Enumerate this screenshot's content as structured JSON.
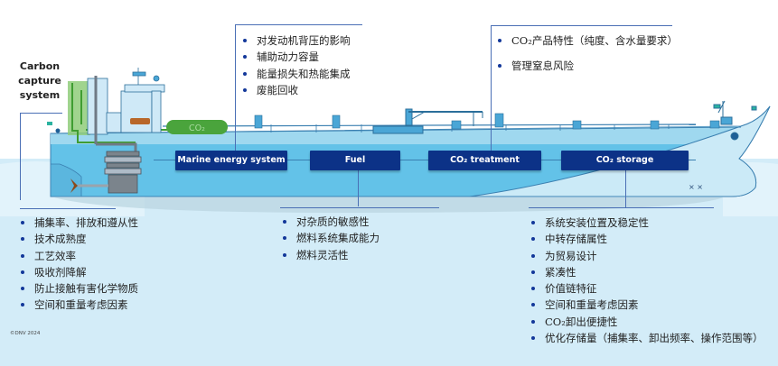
{
  "diagram": {
    "carbon_capture_title": "Carbon capture system",
    "co2_tank_label": "CO₂",
    "copyright": "©DNV 2024",
    "colors": {
      "label_box": "#0c3287",
      "frame_line": "#4a6fb5",
      "hull_upper": "#9fd8ef",
      "hull_lower": "#63c2e8",
      "hull_bow": "#cbeaf7",
      "sea": "#d3ecf8",
      "co2_tank": "#4aa43c",
      "bullet": "#13389a"
    },
    "system_labels": [
      {
        "id": "marine-energy-system",
        "label": "Marine energy system"
      },
      {
        "id": "fuel",
        "label": "Fuel"
      },
      {
        "id": "co2-treatment",
        "label": "CO₂ treatment"
      },
      {
        "id": "co2-storage",
        "label": "CO₂ storage"
      }
    ],
    "carbon_capture_points": [
      "捕集率、排放和遵从性",
      "技术成熟度",
      "工艺效率",
      "吸收剂降解",
      "防止接触有害化学物质",
      "空间和重量考虑因素"
    ],
    "marine_energy_points": [
      "对发动机背压的影响",
      "辅助动力容量",
      "能量损失和热能集成",
      "废能回收"
    ],
    "fuel_points": [
      "对杂质的敏感性",
      "燃料系统集成能力",
      "燃料灵活性"
    ],
    "co2_treatment_points": [
      "CO₂产品特性（纯度、含水量要求）",
      "管理窒息风险"
    ],
    "co2_storage_points": [
      "系统安装位置及稳定性",
      "中转存储属性",
      "为贸易设计",
      "紧凑性",
      "价值链特征",
      "空间和重量考虑因素",
      "CO₂卸出便捷性",
      "优化存储量（捕集率、卸出频率、操作范围等）"
    ]
  }
}
